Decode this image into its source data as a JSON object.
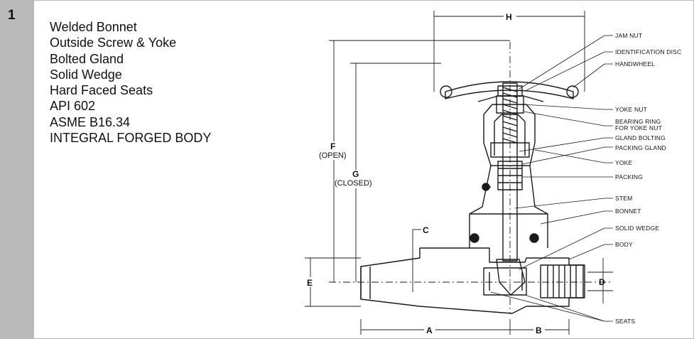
{
  "item_number": "1",
  "features": [
    "Welded Bonnet",
    "Outside Screw & Yoke",
    "Bolted Gland",
    "Solid Wedge",
    "Hard Faced Seats",
    "API 602",
    "ASME B16.34",
    "INTEGRAL FORGED BODY"
  ],
  "callouts": {
    "jam_nut": "JAM NUT",
    "identification_disc": "IDENTIFICATION DISC",
    "handwheel": "HANDWHEEL",
    "yoke_nut": "YOKE NUT",
    "bearing_ring_1": "BEARING RING",
    "bearing_ring_2": "FOR YOKE NUT",
    "gland_bolting": "GLAND BOLTING",
    "packing_gland": "PACKING GLAND",
    "yoke": "YOKE",
    "packing": "PACKING",
    "stem": "STEM",
    "bonnet": "BONNET",
    "solid_wedge": "SOLID WEDGE",
    "body": "BODY",
    "seats": "SEATS"
  },
  "dimensions": {
    "h": "H",
    "f": "F",
    "f_note": "(OPEN)",
    "g": "G",
    "g_note": "(CLOSED)",
    "c": "C",
    "e": "E",
    "d": "D",
    "a": "A",
    "b": "B"
  }
}
